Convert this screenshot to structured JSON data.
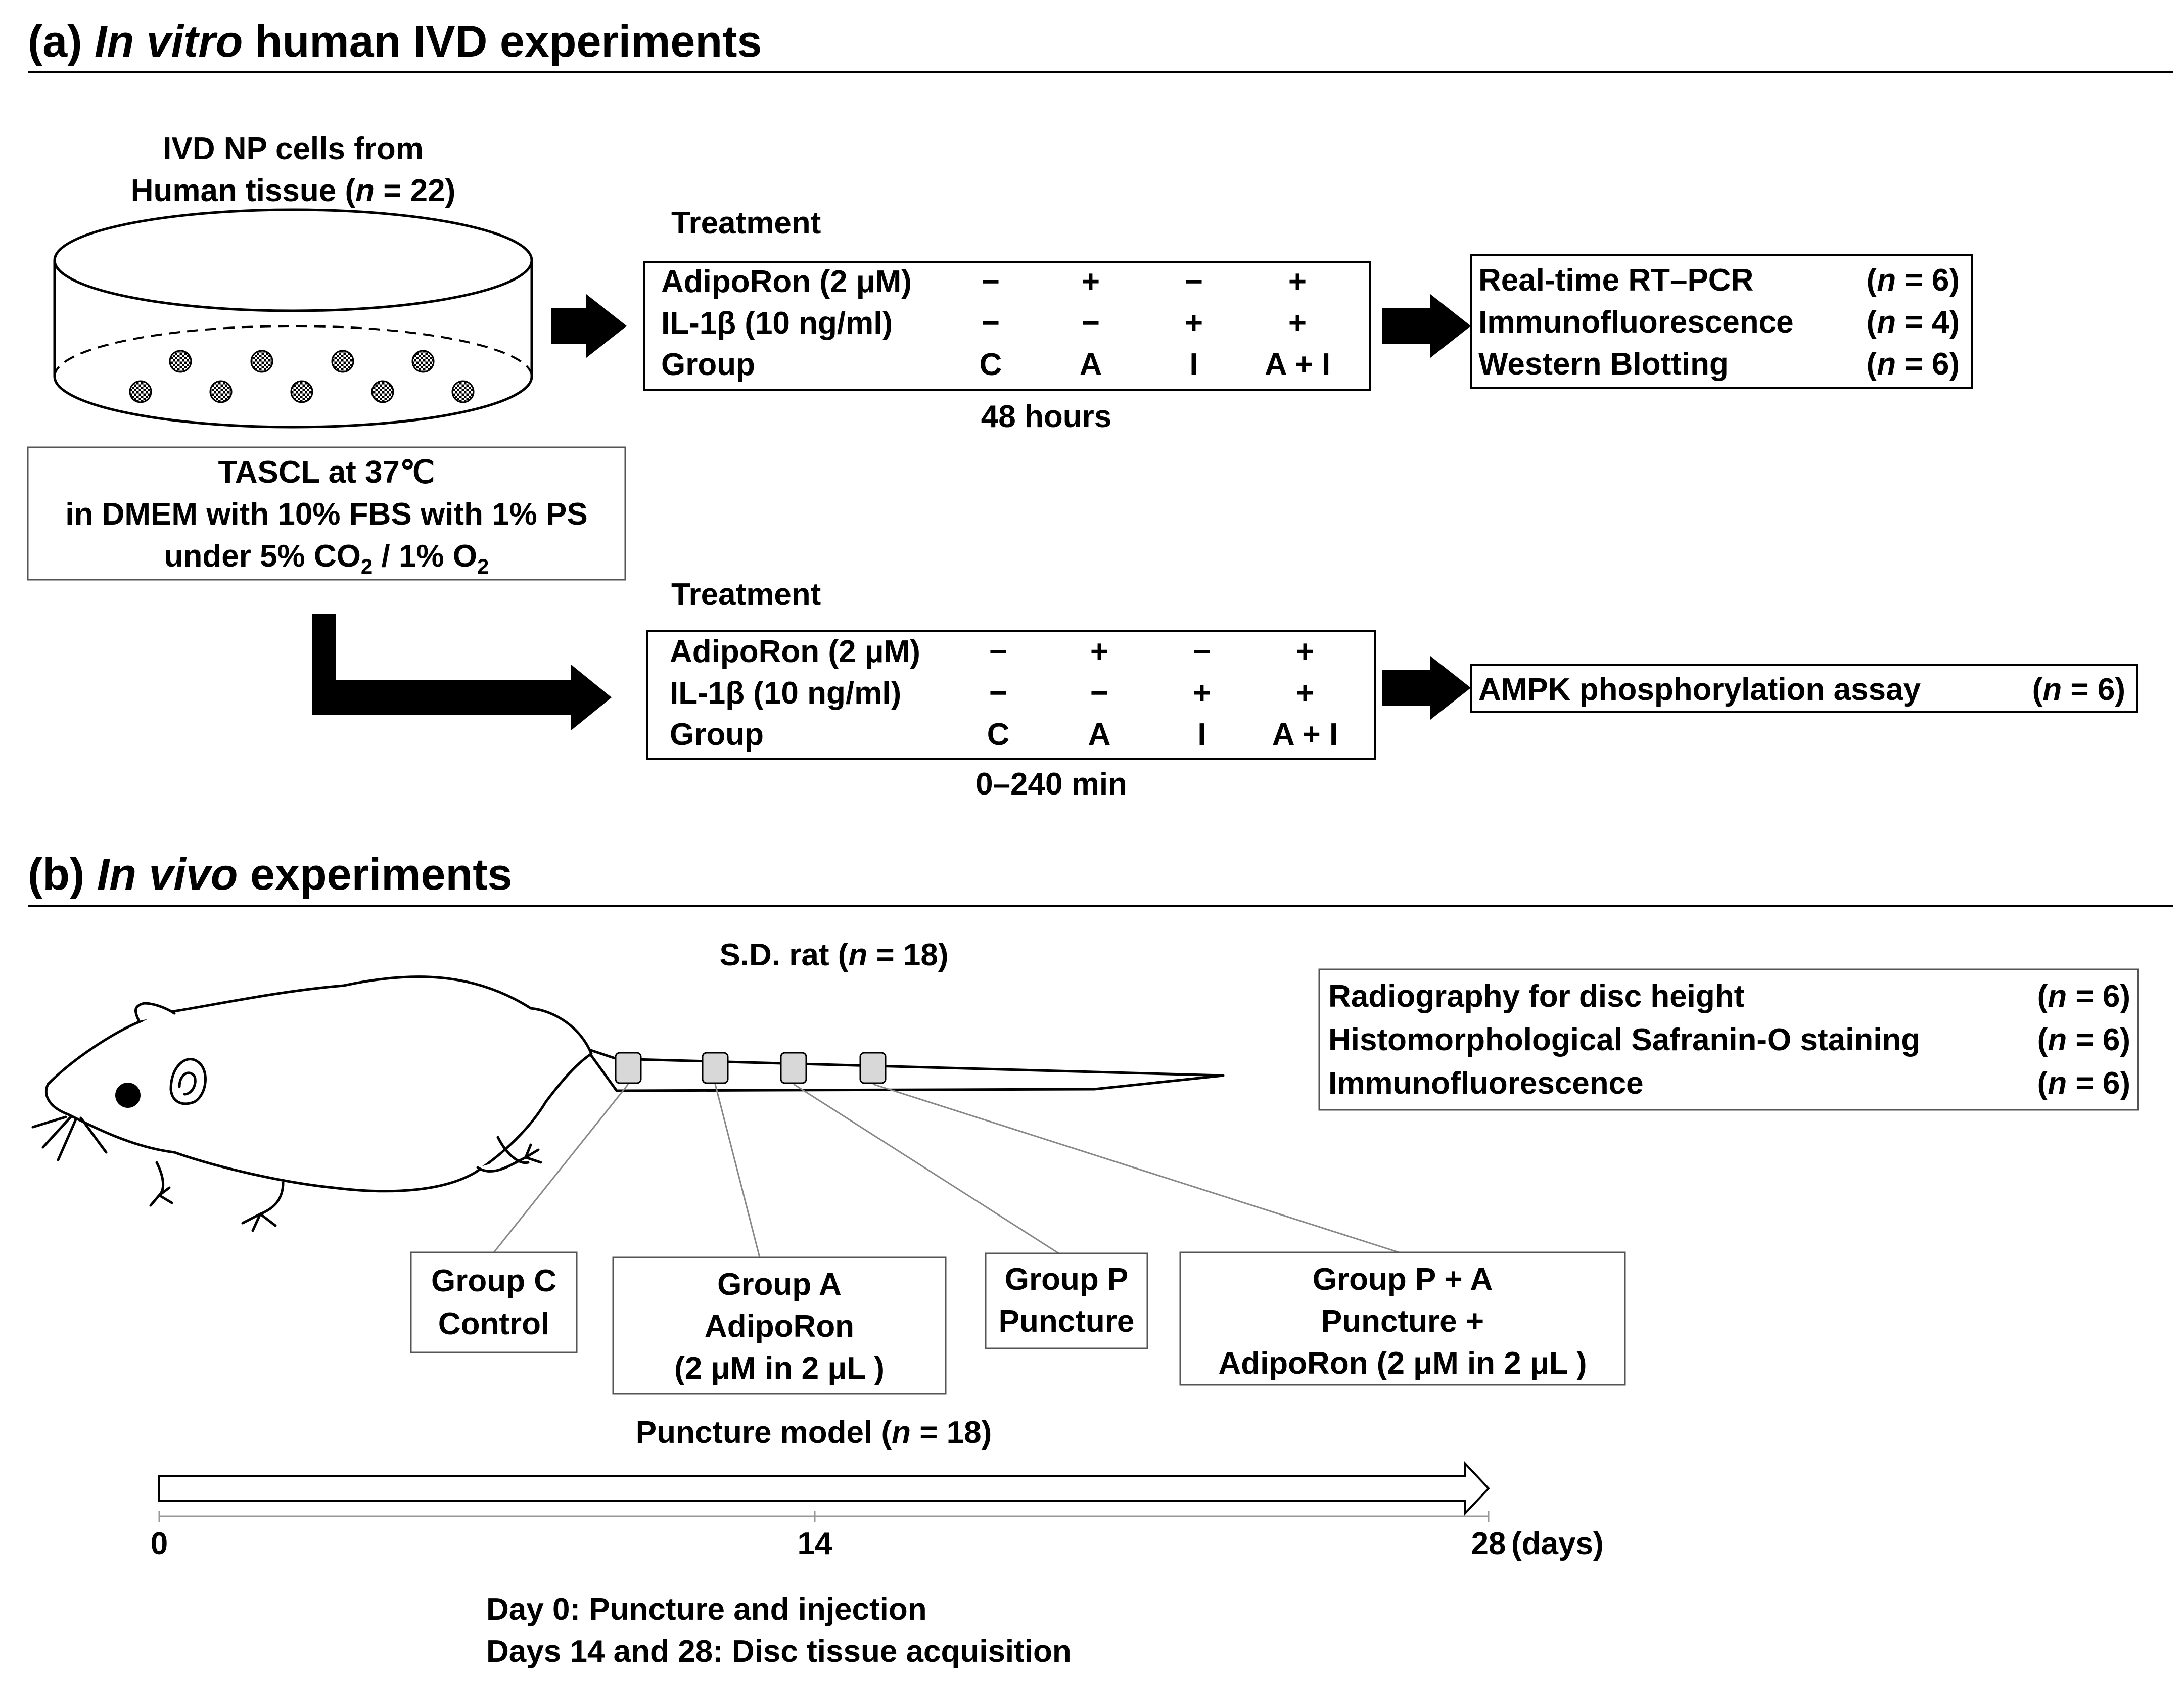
{
  "section_a": {
    "title_prefix": "(a) ",
    "title_italic": "In vitro",
    "title_suffix": " human IVD experiments",
    "cells_line1": "IVD NP cells from",
    "cells_line2_pre": "Human tissue (",
    "cells_line2_n": "n",
    "cells_line2_post": " = 22)",
    "culture": {
      "line1": "TASCL at 37℃",
      "line2": "in DMEM with 10% FBS with 1% PS",
      "line3_pre": "under 5% CO",
      "sub2": "2",
      "line3_mid": "  / 1% O",
      "sub3": "2"
    },
    "treatment_label": "Treatment",
    "rows": [
      {
        "label": "AdipoRon (2 μM)",
        "cells": [
          "−",
          "+",
          "−",
          "+"
        ]
      },
      {
        "label": "IL-1β (10 ng/ml)",
        "cells": [
          "−",
          "−",
          "+",
          "+"
        ]
      },
      {
        "label": "Group",
        "cells": [
          "C",
          "A",
          "I",
          "A + I"
        ]
      }
    ],
    "duration1": "48 hours",
    "duration2": "0–240 min",
    "assays1": [
      {
        "name": "Real-time RT–PCR",
        "n_pre": "(",
        "n": "n",
        "n_post": " = 6)"
      },
      {
        "name": "Immunofluorescence",
        "n_pre": "(",
        "n": "n",
        "n_post": " = 4)"
      },
      {
        "name": "Western Blotting",
        "n_pre": "(",
        "n": "n",
        "n_post": " = 6)"
      }
    ],
    "assay2": {
      "name": "AMPK phosphorylation assay",
      "n_pre": "(",
      "n": "n",
      "n_post": " = 6)"
    }
  },
  "section_b": {
    "title_prefix": "(b) ",
    "title_italic": "In vivo",
    "title_suffix": " experiments",
    "rat_pre": "S.D. rat  (",
    "rat_n": "n",
    "rat_post": " = 18)",
    "analyses": [
      {
        "name": "Radiography for disc height",
        "n_pre": "(",
        "n": "n",
        "n_post": " = 6)"
      },
      {
        "name": "Histomorphological Safranin-O staining",
        "n_pre": "(",
        "n": "n",
        "n_post": " = 6)"
      },
      {
        "name": "Immunofluorescence",
        "n_pre": "(",
        "n": "n",
        "n_post": " = 6)"
      }
    ],
    "groups": {
      "c": [
        "Group C",
        "Control"
      ],
      "a": [
        "Group A",
        "AdipoRon",
        "(2 μM in 2 μL )"
      ],
      "p": [
        "Group P",
        "Puncture"
      ],
      "pa": [
        "Group P + A",
        "Puncture +",
        "AdipoRon (2 μM in 2 μL )"
      ]
    },
    "model_pre": "Puncture model (",
    "model_n": "n",
    "model_post": " = 18)",
    "timeline": {
      "ticks": [
        "0",
        "14",
        "28"
      ],
      "unit": "(days)"
    },
    "notes": [
      "Day 0: Puncture and injection",
      "Days 14 and 28: Disc tissue acquisition"
    ]
  }
}
